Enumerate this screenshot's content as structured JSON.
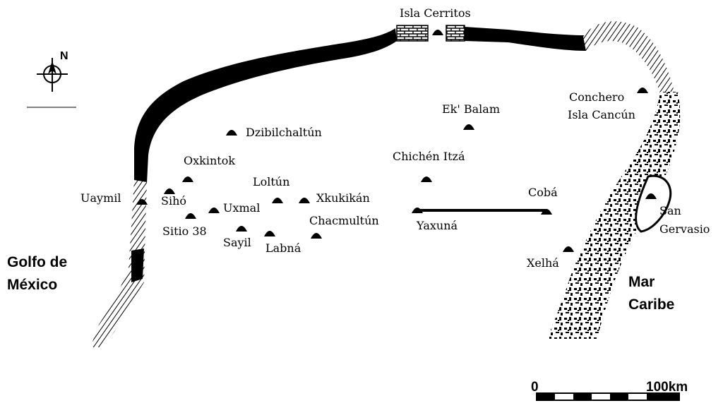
{
  "north_label": "N",
  "seas": {
    "gulf_line1": "Golfo de",
    "gulf_line2": "México",
    "caribbean_line1": "Mar",
    "caribbean_line2": "Caribe"
  },
  "sites": [
    {
      "name": "Isla Cerritos"
    },
    {
      "name": "Conchero"
    },
    {
      "name": "Isla Cancún"
    },
    {
      "name": "Ek' Balam"
    },
    {
      "name": "Dzibilchaltún"
    },
    {
      "name": "Chichén Itzá"
    },
    {
      "name": "Oxkintok"
    },
    {
      "name": "Loltún"
    },
    {
      "name": "Uaymil"
    },
    {
      "name": "Sihó"
    },
    {
      "name": "Uxmal"
    },
    {
      "name": "Xkukikán"
    },
    {
      "name": "Cobá"
    },
    {
      "name": "Yaxuná"
    },
    {
      "name": "Chacmultún"
    },
    {
      "name": "Sitio 38"
    },
    {
      "name": "Sayil"
    },
    {
      "name": "Labná"
    },
    {
      "name": "San"
    },
    {
      "name": "Gervasio"
    },
    {
      "name": "Xelhá"
    }
  ],
  "scale": {
    "start_label": "0",
    "end_label": "100km"
  }
}
